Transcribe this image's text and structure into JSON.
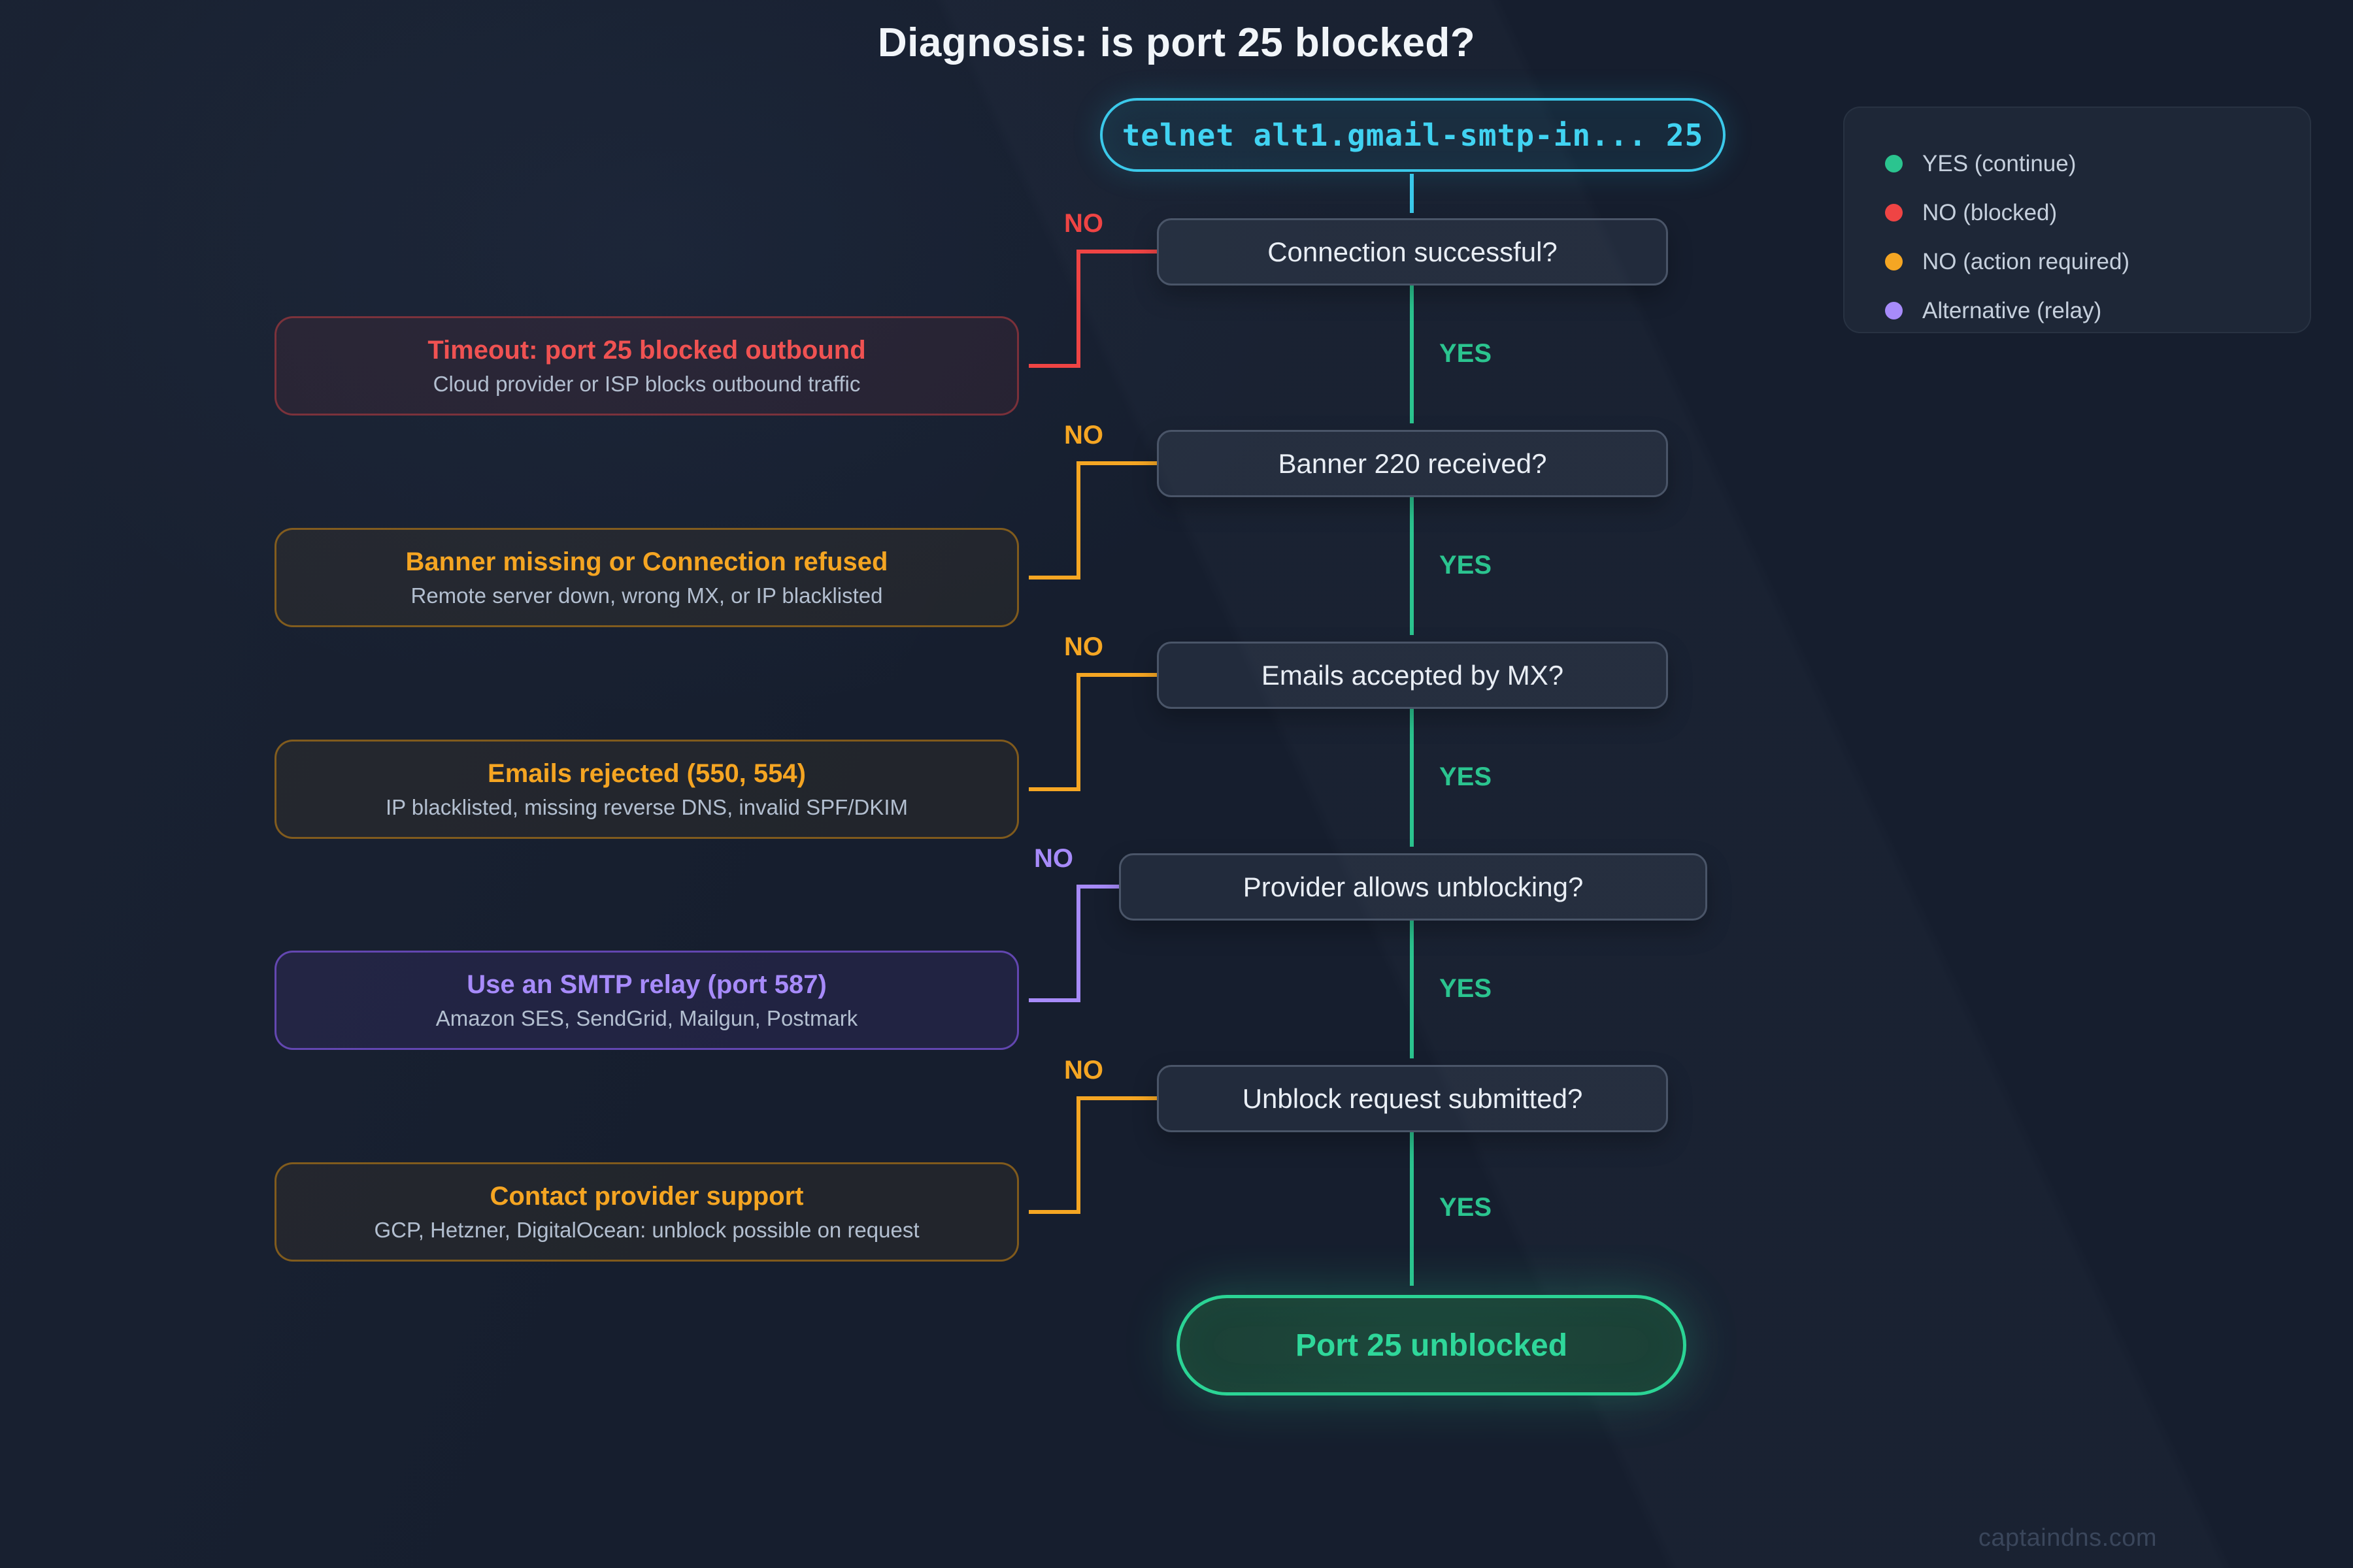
{
  "title": "Diagnosis: is port 25 blocked?",
  "terminal": {
    "command": "telnet alt1.gmail-smtp-in... 25"
  },
  "decisions": [
    {
      "label": "Connection successful?"
    },
    {
      "label": "Banner 220 received?"
    },
    {
      "label": "Emails accepted by MX?"
    },
    {
      "label": "Provider allows unblocking?"
    },
    {
      "label": "Unblock request submitted?"
    }
  ],
  "results": [
    {
      "title": "Timeout: port 25 blocked outbound",
      "subtitle": "Cloud provider or ISP blocks outbound traffic",
      "type": "NO (blocked)",
      "color": "#ef4444"
    },
    {
      "title": "Banner missing or Connection refused",
      "subtitle": "Remote server down, wrong MX, or IP blacklisted",
      "type": "NO (action required)",
      "color": "#f5a623"
    },
    {
      "title": "Emails rejected (550, 554)",
      "subtitle": "IP blacklisted, missing reverse DNS, invalid SPF/DKIM",
      "type": "NO (action required)",
      "color": "#f5a623"
    },
    {
      "title": "Use an SMTP relay (port 587)",
      "subtitle": "Amazon SES, SendGrid, Mailgun, Postmark",
      "type": "Alternative (relay)",
      "color": "#a78bfa"
    },
    {
      "title": "Contact provider support",
      "subtitle": "GCP, Hetzner, DigitalOcean: unblock possible on request",
      "type": "NO (action required)",
      "color": "#f5a623"
    }
  ],
  "end_node": {
    "label": "Port 25 unblocked",
    "color": "#2bd495"
  },
  "edge_labels": {
    "yes": "YES",
    "no": "NO"
  },
  "legend": {
    "items": [
      {
        "label": "YES (continue)",
        "color": "#2bc48f"
      },
      {
        "label": "NO (blocked)",
        "color": "#ef4444"
      },
      {
        "label": "NO (action required)",
        "color": "#f5a623"
      },
      {
        "label": "Alternative (relay)",
        "color": "#a78bfa"
      }
    ]
  },
  "watermark": "captaindns.com",
  "colors": {
    "background": "#161e2e",
    "terminal_cyan": "#3bc9ea",
    "yes_green": "#2bc48f",
    "blocked_red": "#ef4444",
    "action_orange": "#f5a623",
    "relay_purple": "#a78bfa",
    "end_green": "#2bd495",
    "decision_fill": "#252e41",
    "decision_border": "#4a5568",
    "text_primary": "#e9eef5",
    "text_secondary": "#b3bfd0"
  }
}
